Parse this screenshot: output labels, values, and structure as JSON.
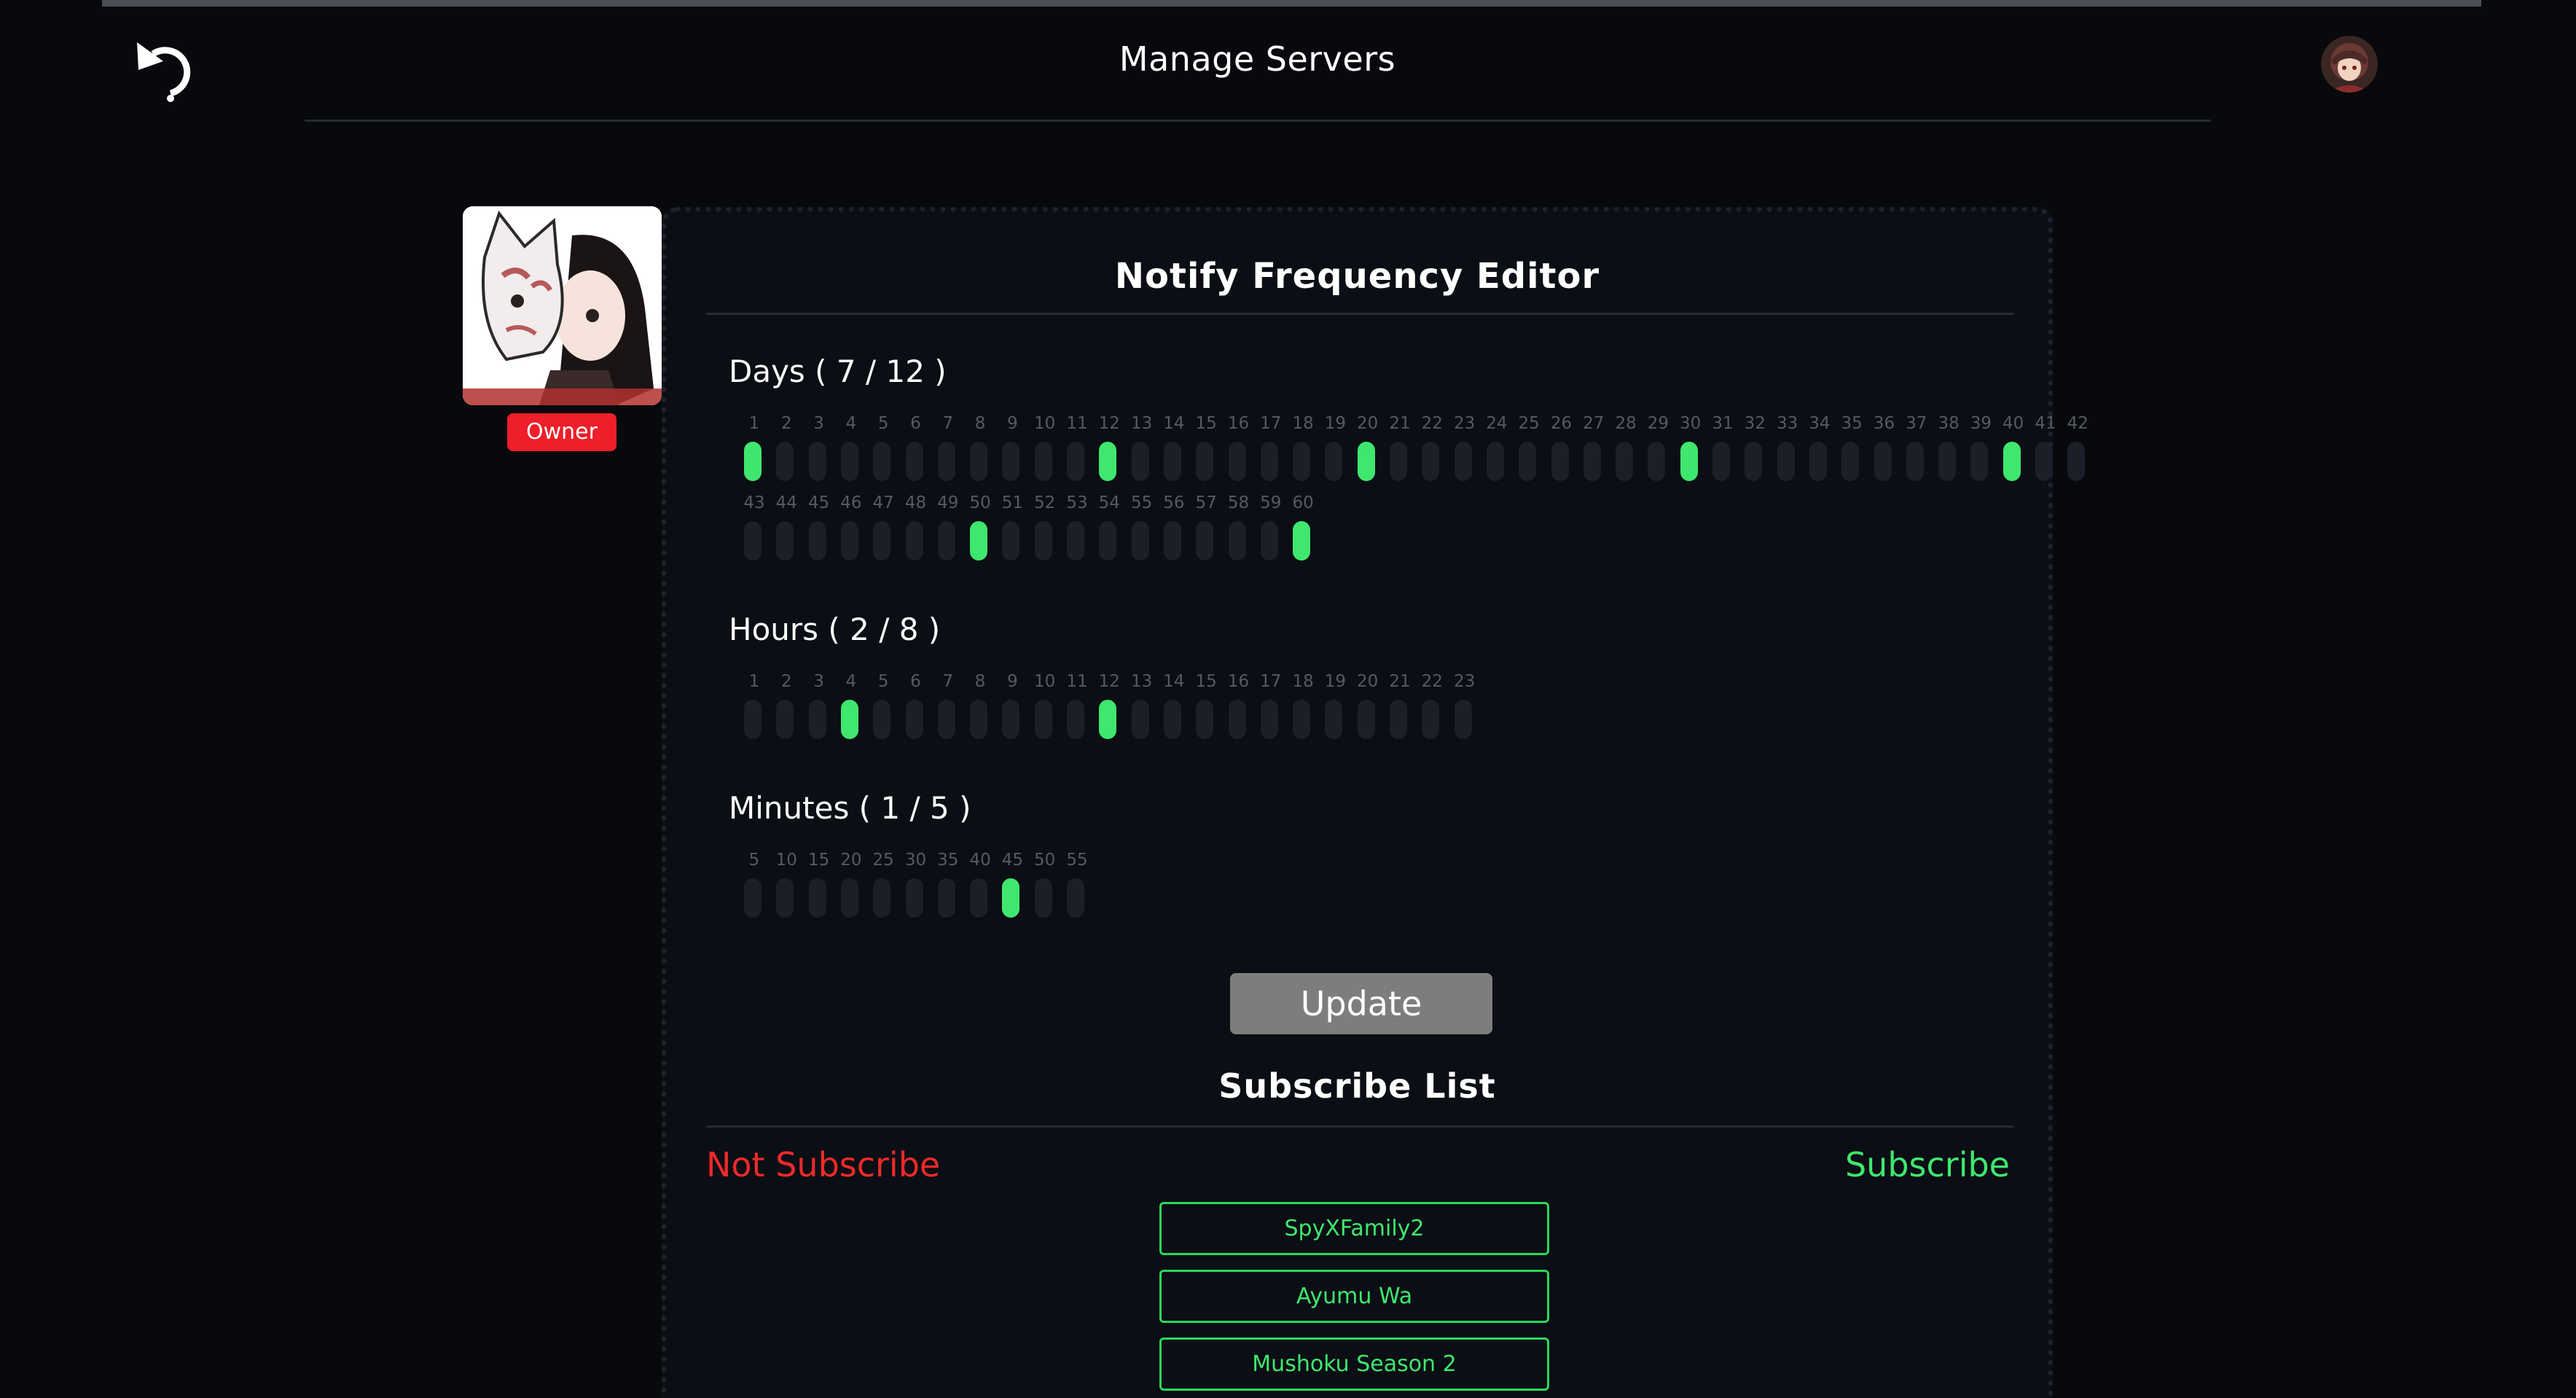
{
  "header": {
    "title": "Manage Servers",
    "back_icon": "undo-arrow-icon",
    "avatar_icon": "user-avatar"
  },
  "server": {
    "icon": "server-avatar-fox-mask",
    "role_badge": "Owner",
    "role_color": "#ee1e2a"
  },
  "editor": {
    "title": "Notify Frequency Editor",
    "days": {
      "label": "Days ( 7 / 12 )",
      "selected": [
        1,
        12,
        20,
        30,
        40,
        50,
        60
      ],
      "max": 60
    },
    "hours": {
      "label": "Hours ( 2 / 8 )",
      "selected": [
        4,
        12
      ],
      "max": 23
    },
    "minutes": {
      "label": "Minutes ( 1 / 5 )",
      "values": [
        5,
        10,
        15,
        20,
        25,
        30,
        35,
        40,
        45,
        50,
        55
      ],
      "selected": [
        45
      ]
    },
    "update_label": "Update"
  },
  "subscribe": {
    "title": "Subscribe List",
    "not_subscribed_label": "Not Subscribe",
    "subscribed_label": "Subscribe",
    "items": [
      "SpyXFamily2",
      "Ayumu Wa",
      "Mushoku Season 2"
    ]
  },
  "colors": {
    "accent_green": "#3fe76e",
    "accent_red": "#ee2a2a",
    "pill_off": "#1b1f27",
    "background": "#07090d"
  }
}
